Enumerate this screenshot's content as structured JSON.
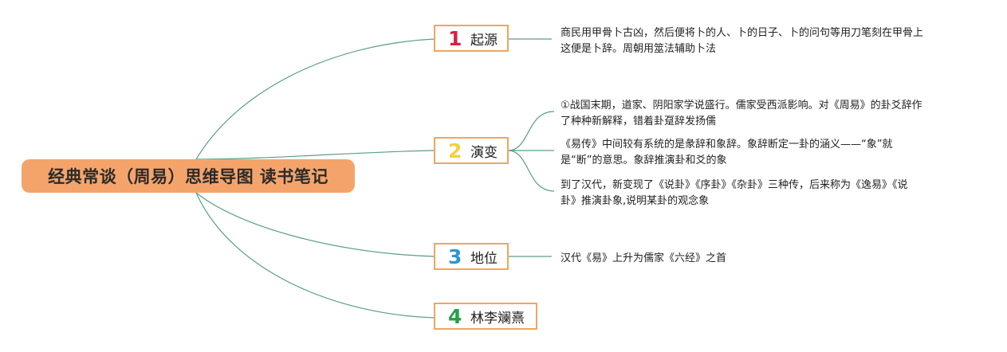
{
  "central": {
    "title": "经典常谈（周易）思维导图 读书笔记"
  },
  "colors": {
    "central_fill": "#f4a46b",
    "branch_border": "#f0a560",
    "link": "#5a9e87",
    "num1": "#d8223f",
    "num2": "#f4d03f",
    "num3": "#2e95d3",
    "num4": "#27a045"
  },
  "branches": [
    {
      "num": "1",
      "label": "起源"
    },
    {
      "num": "2",
      "label": "演变"
    },
    {
      "num": "3",
      "label": "地位"
    },
    {
      "num": "4",
      "label": "林李斓熹"
    }
  ],
  "leaves": {
    "origin": "商民用甲骨卜古凶，然后便将卜的人、卜的日子、卜的问句等用刀笔刻在甲骨上\n这便是卜辞。周朝用筮法辅助卜法",
    "evolution": [
      "①战国末期，道家、阴阳家学说盛行。儒家受西派影响。对《周易》的卦爻辞作\n了种种新解释，错着卦趸辞发扬儒",
      "《易传》中间较有系统的是彖辞和象辞。象辞断定一卦的涵义——“象”就\n是“断”的意思。象辞推演卦和爻的象",
      "到了汉代，新变现了《说卦》《序卦》《杂卦》三种传，后来称为《逸易》《说\n卦》推演卦象,说明某卦的观念象"
    ],
    "status": "汉代《易》上升为儒家《六经》之首"
  }
}
